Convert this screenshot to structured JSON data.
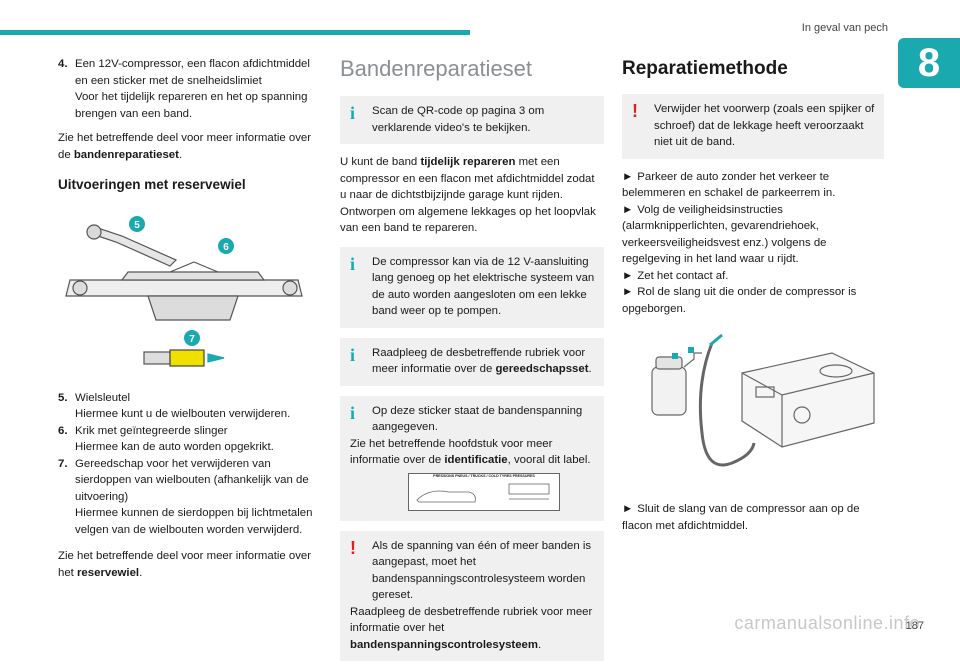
{
  "header": {
    "title": "In geval van pech",
    "chapter": "8"
  },
  "col1": {
    "item4": {
      "num": "4.",
      "line1": "Een 12V-compressor, een flacon afdichtmiddel en een sticker met de snelheidslimiet",
      "line2": "Voor het tijdelijk repareren en het op spanning brengen van een band."
    },
    "ref1": {
      "pre": "Zie het betreffende deel voor meer informatie over de ",
      "bold": "bandenreparatieset",
      "post": "."
    },
    "heading": "Uitvoeringen met reservewiel",
    "callouts": [
      "5",
      "6",
      "7"
    ],
    "items": [
      {
        "num": "5.",
        "title": "Wielsleutel",
        "desc": "Hiermee kunt u de wielbouten verwijderen."
      },
      {
        "num": "6.",
        "title": "Krik met geïntegreerde slinger",
        "desc": "Hiermee kan de auto worden opgekrikt."
      },
      {
        "num": "7.",
        "title": "Gereedschap voor het verwijderen van sierdoppen van wielbouten (afhankelijk van de uitvoering)",
        "desc": "Hiermee kunnen de sierdoppen bij lichtmetalen velgen van de wielbouten worden verwijderd."
      }
    ],
    "ref2": {
      "pre": "Zie het betreffende deel voor meer informatie over het ",
      "bold": "reservewiel",
      "post": "."
    }
  },
  "col2": {
    "heading": "Bandenreparatieset",
    "info1": "Scan de QR-code op pagina 3 om verklarende video's te bekijken.",
    "para1": {
      "pre": "U kunt de band ",
      "bold": "tijdelijk repareren",
      "post": " met een compressor en een flacon met afdichtmiddel zodat u naar de dichtstbijzijnde garage kunt rijden."
    },
    "para2": "Ontworpen om algemene lekkages op het loopvlak van een band te repareren.",
    "info2": "De compressor kan via de 12 V-aansluiting lang genoeg op het elektrische systeem van de auto worden aangesloten om een lekke band weer op te pompen.",
    "info3": {
      "pre": "Raadpleeg de desbetreffende rubriek voor meer informatie over de ",
      "bold": "gereedschapsset",
      "post": "."
    },
    "info4": {
      "line1": "Op deze sticker staat de bandenspanning aangegeven.",
      "pre": "Zie het betreffende hoofdstuk voor meer informatie over de ",
      "bold": "identificatie",
      "post": ", vooral dit label."
    },
    "label_text": "PRESSIONS PNEUS / TRUCKS / COLD TYRES PRESSURES",
    "warn": {
      "line1": "Als de spanning van één of meer banden is aangepast, moet het bandenspanningscontrolesysteem worden gereset.",
      "line2": "Raadpleeg de desbetreffende rubriek voor meer informatie over het ",
      "bold": "bandenspanningscontrolesysteem",
      "post": "."
    }
  },
  "col3": {
    "heading": "Reparatiemethode",
    "warn": "Verwijder het voorwerp (zoals een spijker of schroef) dat de lekkage heeft veroorzaakt niet uit de band.",
    "arrow": "►",
    "steps": [
      "Parkeer de auto zonder het verkeer te belemmeren en schakel de parkeerrem in.",
      "Volg de veiligheidsinstructies (alarmknipperlichten, gevarendriehoek, verkeersveiligheidsvest enz.) volgens de regelgeving in het land waar u rijdt.",
      "Zet het contact af.",
      "Rol de slang uit die onder de compressor is opgeborgen."
    ],
    "step_after": "Sluit de slang van de compressor aan op de flacon met afdichtmiddel."
  },
  "footer": {
    "page": "187",
    "watermark": "carmanualsonline.info"
  },
  "colors": {
    "accent": "#1ba9b0",
    "warning": "#e0201b",
    "box": "#f0f0f0"
  }
}
